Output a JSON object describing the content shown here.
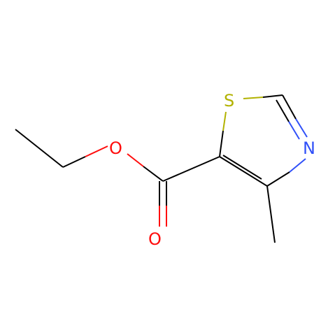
{
  "molecule": {
    "atoms": {
      "o_ester": {
        "label": "O",
        "color": "#ff0d0d"
      },
      "o_carbonyl": {
        "label": "O",
        "color": "#ff0d0d"
      },
      "s_ring": {
        "label": "S",
        "color": "#b2b200"
      },
      "n_ring": {
        "label": "N",
        "color": "#3050f8"
      }
    },
    "bond_color": "#000000"
  }
}
